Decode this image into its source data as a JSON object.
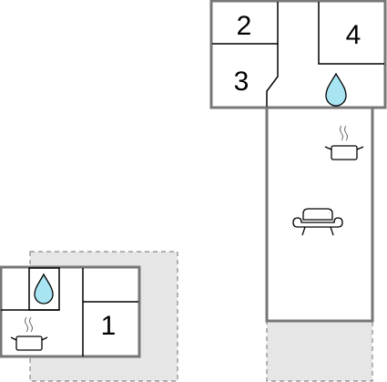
{
  "floorplan": {
    "rooms": [
      {
        "id": "bedroom-1",
        "label": "1"
      },
      {
        "id": "bedroom-2",
        "label": "2"
      },
      {
        "id": "bedroom-3",
        "label": "3"
      },
      {
        "id": "bedroom-4",
        "label": "4"
      }
    ],
    "icons": [
      "water-drop-icon",
      "cooking-pot-icon",
      "sofa-icon"
    ],
    "colors": {
      "wall": "#777777",
      "inner_line": "#000000",
      "outdoor_fill": "#e6e6e6",
      "outdoor_border": "#888888",
      "water": "#a8e4f2"
    }
  }
}
